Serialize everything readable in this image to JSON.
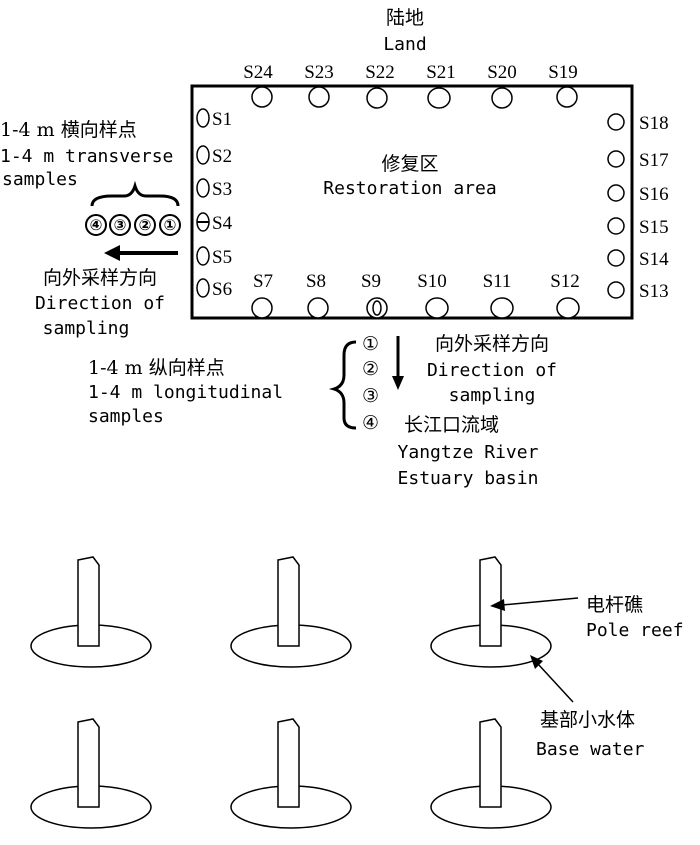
{
  "land": {
    "zh": "陆地",
    "en": "Land"
  },
  "restoration": {
    "zh": "修复区",
    "en": "Restoration area"
  },
  "stations": {
    "top": [
      "S24",
      "S23",
      "S22",
      "S21",
      "S20",
      "S19"
    ],
    "left": [
      "S1",
      "S2",
      "S3",
      "S4",
      "S5",
      "S6"
    ],
    "right": [
      "S18",
      "S17",
      "S16",
      "S15",
      "S14",
      "S13"
    ],
    "bottom": [
      "S7",
      "S8",
      "S9",
      "S10",
      "S11",
      "S12"
    ]
  },
  "transverse": {
    "line1": "1-4 m 横向样点",
    "line2": "1-4 m transverse",
    "line3": "samples",
    "circle_numbers": [
      "④",
      "③",
      "②",
      "①"
    ]
  },
  "outward_left": {
    "zh": "向外采样方向",
    "en1": "Direction of",
    "en2": "sampling"
  },
  "longitudinal": {
    "line1": "1-4 m 纵向样点",
    "line2": "1-4 m longitudinal",
    "line3": "samples",
    "circle_numbers": [
      "①",
      "②",
      "③",
      "④"
    ]
  },
  "outward_right": {
    "zh": "向外采样方向",
    "en1": "Direction of",
    "en2": "sampling"
  },
  "basin": {
    "zh": "长江口流域",
    "en1": "Yangtze River",
    "en2": "Estuary basin"
  },
  "pole_reef": {
    "zh": "电杆礁",
    "en": "Pole reef"
  },
  "base_water": {
    "zh": "基部小水体",
    "en": "Base water"
  }
}
